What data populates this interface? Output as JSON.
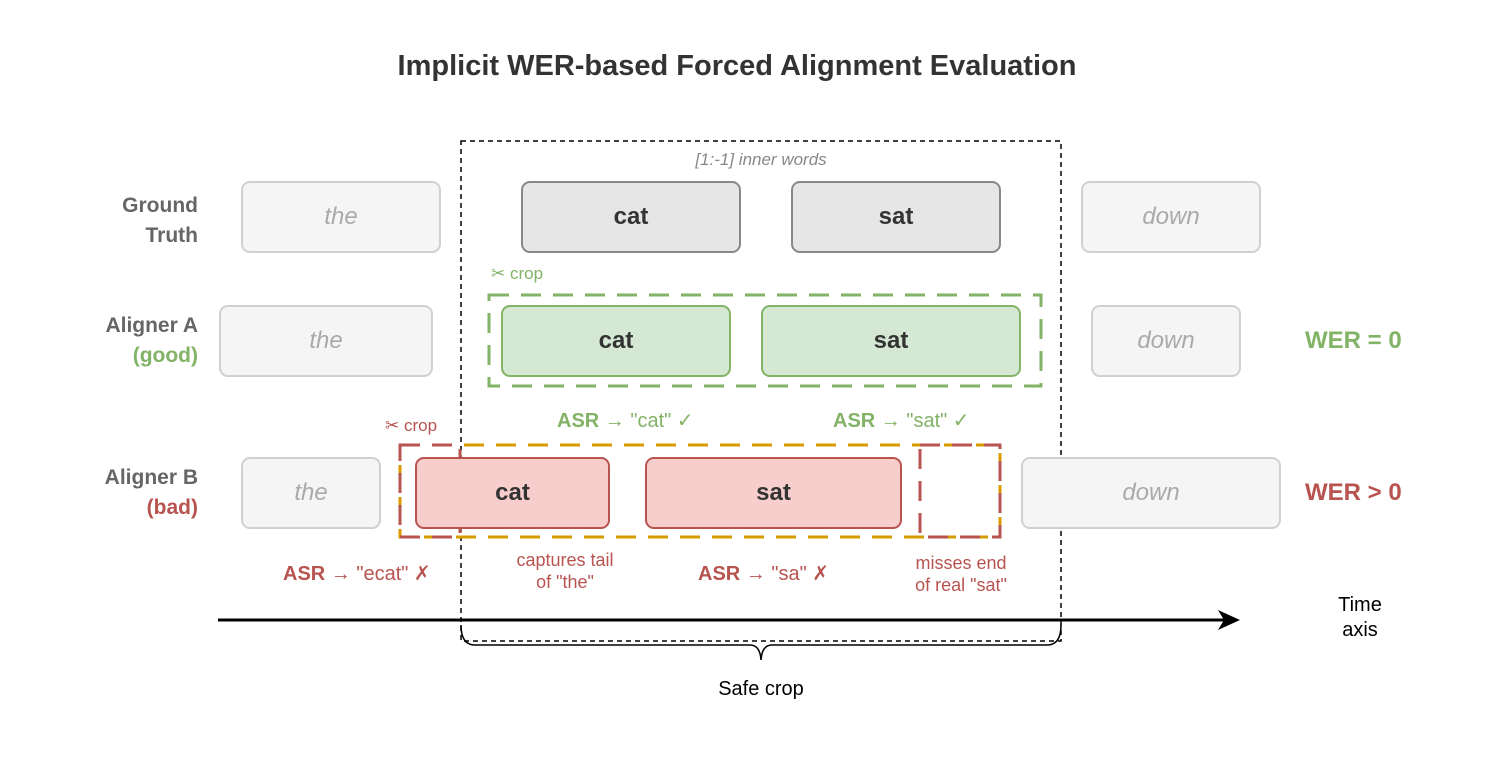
{
  "title": "Implicit WER-based Forced Alignment Evaluation",
  "inner_words_label": "[1:-1] inner words",
  "rows": {
    "ground_truth": {
      "label_line1": "Ground",
      "label_line2": "Truth",
      "words": [
        "the",
        "cat",
        "sat",
        "down"
      ]
    },
    "aligner_a": {
      "label_line1": "Aligner A",
      "label_line2": "(good)",
      "words": [
        "the",
        "cat",
        "sat",
        "down"
      ],
      "crop_label": "✂ crop",
      "asr_results": [
        {
          "prefix": "ASR",
          "arrow": "→",
          "text": "\"cat\" ✓"
        },
        {
          "prefix": "ASR",
          "arrow": "→",
          "text": "\"sat\" ✓"
        }
      ],
      "wer": "WER = 0"
    },
    "aligner_b": {
      "label_line1": "Aligner B",
      "label_line2": "(bad)",
      "words": [
        "the",
        "cat",
        "sat",
        "down"
      ],
      "crop_label": "✂ crop",
      "asr_results": [
        {
          "prefix": "ASR",
          "arrow": "→",
          "text": "\"ecat\" ✗"
        },
        {
          "prefix": "ASR",
          "arrow": "→",
          "text": "\"sa\" ✗"
        }
      ],
      "notes": {
        "captures_line1": "captures tail",
        "captures_line2": "of \"the\"",
        "misses_line1": "misses end",
        "misses_line2": "of real \"sat\""
      },
      "wer": "WER > 0"
    }
  },
  "axis": {
    "label_line1": "Time",
    "label_line2": "axis",
    "brace_label": "Safe crop"
  },
  "colors": {
    "good": "#82b366",
    "bad": "#b85450",
    "orange": "#d79b00",
    "gray_text": "#666666"
  }
}
